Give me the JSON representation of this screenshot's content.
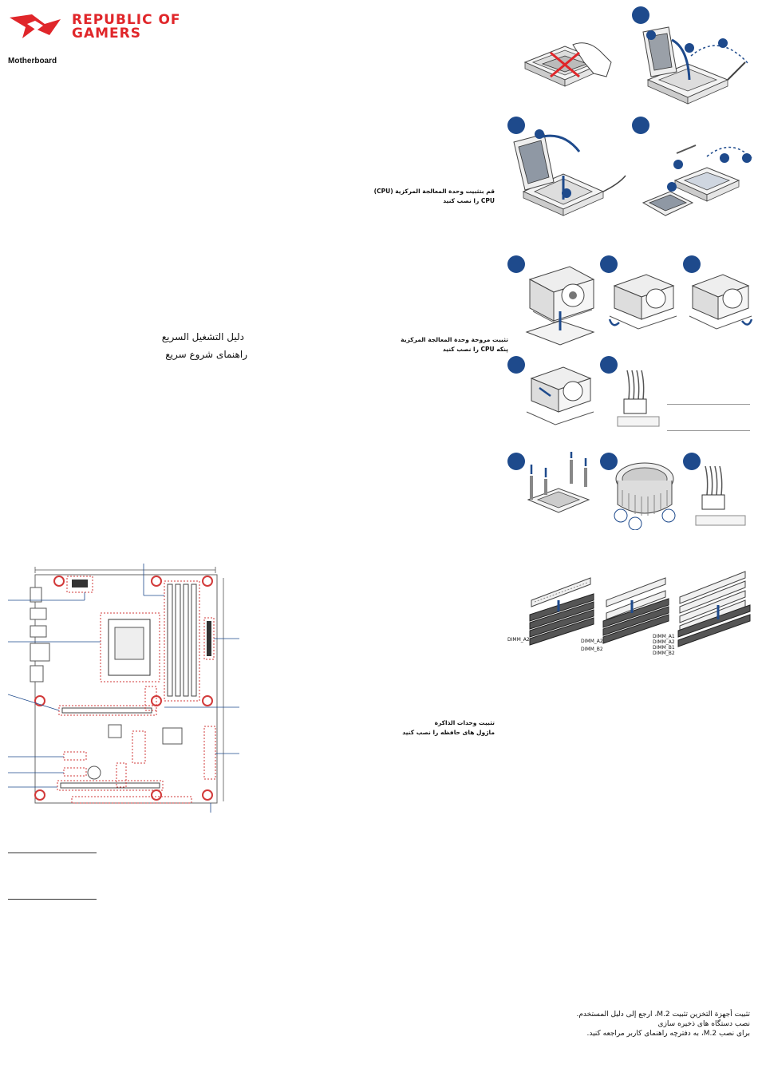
{
  "brand": {
    "line1": "REPUBLIC OF",
    "line2": "GAMERS",
    "product": "Motherboard",
    "color": "#e0262a"
  },
  "cpu_section": {
    "line1": "قم بتثبيت وحدة المعالجة المركزية (CPU)",
    "line2": "CPU را نصب کنید"
  },
  "fan_section": {
    "line1": "تثبيت مروحة وحدة المعالجة المركزية",
    "line2": "پنکه CPU را نصب کنید"
  },
  "memory_section": {
    "line1": "تثبيت وحدات الذاكرة",
    "line2": "ماژول های حافظه را نصب کنید",
    "labels": {
      "single": "DIMM_A2",
      "dual_a": "DIMM_A2",
      "dual_b": "DIMM_B2",
      "quad_a1": "DIMM_A1",
      "quad_a2": "DIMM_A2",
      "quad_b1": "DIMM_B1",
      "quad_b2": "DIMM_B2"
    }
  },
  "quick_start": {
    "arabic": "دليل التشغيل السريع",
    "persian": "راهنمای شروع سريع"
  },
  "m2_section": {
    "line1": "تثبيت أجهزة التخزين تثبيت M.2، ارجع إلى دليل المستخدم.",
    "line2": "نصب دستگاه های ذخيره سازی",
    "line3": "برای نصب M.2، به دفترچه راهنمای كاربر مراجعه كنيد."
  },
  "colors": {
    "step_blue": "#1e4a8c",
    "accent_red": "#e0262a",
    "dashed_red": "#d23a3a"
  }
}
